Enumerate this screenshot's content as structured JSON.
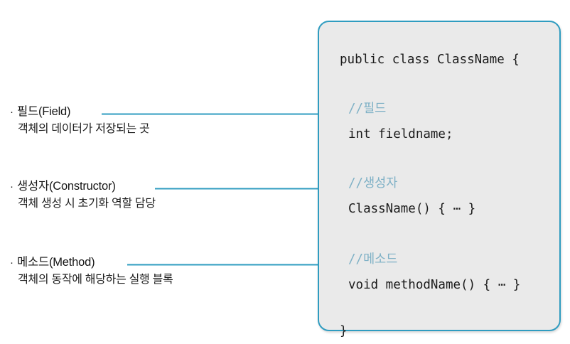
{
  "diagram": {
    "title": "Java class structure diagram",
    "accent_color": "#2f9cc0",
    "comment_color": "#7fb1c6",
    "panel_fill": "#eaeaea",
    "text_color": "#1b1b1b"
  },
  "legend": {
    "items": [
      {
        "bullet": "·",
        "term": "필드(Field)",
        "description": "객체의 데이터가 저장되는 곳"
      },
      {
        "bullet": "·",
        "term": "생성자(Constructor)",
        "description": "객체 생성 시 초기화 역할 담당"
      },
      {
        "bullet": "·",
        "term": "메소드(Method)",
        "description": "객체의 동작에 해당하는 실행 블록"
      }
    ]
  },
  "code_panel": {
    "lines": [
      {
        "id": "class-declaration",
        "text": "public class ClassName {"
      },
      {
        "id": "field-comment",
        "text": "//필드"
      },
      {
        "id": "field-declaration",
        "text": "int fieldname;"
      },
      {
        "id": "constructor-comment",
        "text": "//생성자"
      },
      {
        "id": "constructor-body",
        "text": "ClassName() { ⋯ }"
      },
      {
        "id": "method-comment",
        "text": "//메소드"
      },
      {
        "id": "method-body",
        "text": "void methodName() { ⋯ }"
      },
      {
        "id": "class-close",
        "text": "}"
      }
    ]
  },
  "connectors": [
    {
      "id": "field-connector",
      "from_label": "필드(Field)",
      "to_line": "int fieldname;"
    },
    {
      "id": "constructor-connector",
      "from_label": "생성자(Constructor)",
      "to_line": "ClassName() { ⋯ }"
    },
    {
      "id": "method-connector",
      "from_label": "메소드(Method)",
      "to_line": "void methodName() { ⋯ }"
    }
  ]
}
